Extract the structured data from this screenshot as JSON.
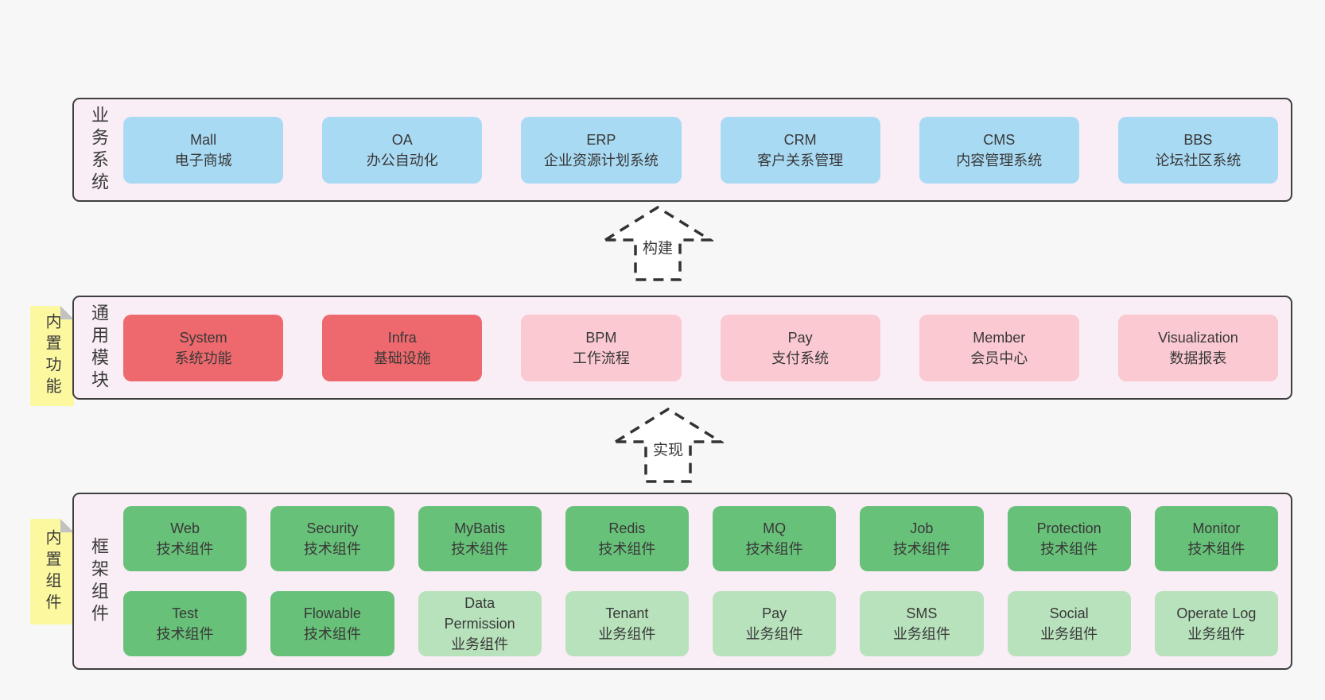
{
  "colors": {
    "page_bg": "#f7f7f7",
    "container_bg": "#f9edf6",
    "border": "#3f3f3f",
    "text": "#383838",
    "blue": "#a9daf3",
    "red": "#ee696d",
    "pink": "#fbc9d2",
    "green": "#68c179",
    "lightgreen": "#b8e2bc",
    "sticky_bg": "#fbf8a0",
    "sticky_fold": "#c2c2c2",
    "arrow_stroke": "#333333"
  },
  "layers": [
    {
      "name": "business-systems",
      "label": "业务系统",
      "sticky": null,
      "rows": [
        [
          {
            "title": "Mall",
            "subtitle": "电子商城",
            "variant": "blue"
          },
          {
            "title": "OA",
            "subtitle": "办公自动化",
            "variant": "blue"
          },
          {
            "title": "ERP",
            "subtitle": "企业资源计划系统",
            "variant": "blue"
          },
          {
            "title": "CRM",
            "subtitle": "客户关系管理",
            "variant": "blue"
          },
          {
            "title": "CMS",
            "subtitle": "内容管理系统",
            "variant": "blue"
          },
          {
            "title": "BBS",
            "subtitle": "论坛社区系统",
            "variant": "blue"
          }
        ]
      ]
    },
    {
      "name": "common-modules",
      "label": "通用模块",
      "sticky": "内置功能",
      "rows": [
        [
          {
            "title": "System",
            "subtitle": "系统功能",
            "variant": "red"
          },
          {
            "title": "Infra",
            "subtitle": "基础设施",
            "variant": "red"
          },
          {
            "title": "BPM",
            "subtitle": "工作流程",
            "variant": "pink"
          },
          {
            "title": "Pay",
            "subtitle": "支付系统",
            "variant": "pink"
          },
          {
            "title": "Member",
            "subtitle": "会员中心",
            "variant": "pink"
          },
          {
            "title": "Visualization",
            "subtitle": "数据报表",
            "variant": "pink"
          }
        ]
      ]
    },
    {
      "name": "framework-components",
      "label": "框架组件",
      "sticky": "内置组件",
      "rows": [
        [
          {
            "title": "Web",
            "subtitle": "技术组件",
            "variant": "green"
          },
          {
            "title": "Security",
            "subtitle": "技术组件",
            "variant": "green"
          },
          {
            "title": "MyBatis",
            "subtitle": "技术组件",
            "variant": "green"
          },
          {
            "title": "Redis",
            "subtitle": "技术组件",
            "variant": "green"
          },
          {
            "title": "MQ",
            "subtitle": "技术组件",
            "variant": "green"
          },
          {
            "title": "Job",
            "subtitle": "技术组件",
            "variant": "green"
          },
          {
            "title": "Protection",
            "subtitle": "技术组件",
            "variant": "green"
          },
          {
            "title": "Monitor",
            "subtitle": "技术组件",
            "variant": "green"
          }
        ],
        [
          {
            "title": "Test",
            "subtitle": "技术组件",
            "variant": "green"
          },
          {
            "title": "Flowable",
            "subtitle": "技术组件",
            "variant": "green"
          },
          {
            "title": "Data Permission",
            "subtitle": "业务组件",
            "variant": "lightgreen"
          },
          {
            "title": "Tenant",
            "subtitle": "业务组件",
            "variant": "lightgreen"
          },
          {
            "title": "Pay",
            "subtitle": "业务组件",
            "variant": "lightgreen"
          },
          {
            "title": "SMS",
            "subtitle": "业务组件",
            "variant": "lightgreen"
          },
          {
            "title": "Social",
            "subtitle": "业务组件",
            "variant": "lightgreen"
          },
          {
            "title": "Operate Log",
            "subtitle": "业务组件",
            "variant": "lightgreen"
          }
        ]
      ]
    }
  ],
  "arrows": [
    {
      "label": "构建"
    },
    {
      "label": "实现"
    }
  ]
}
